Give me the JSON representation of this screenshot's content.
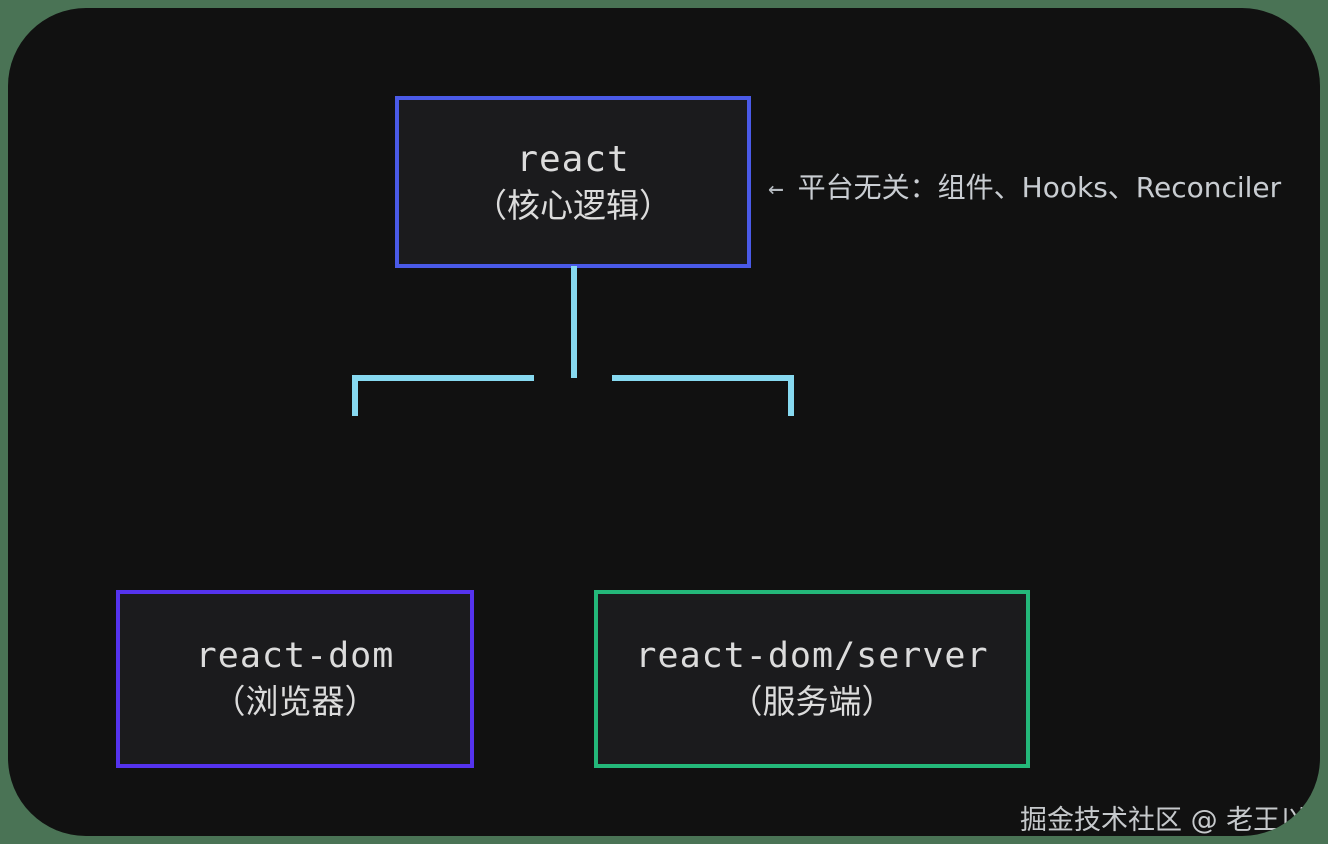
{
  "diagram": {
    "background_color": "#4a7355",
    "panel_color": "#111111",
    "nodes": [
      {
        "id": "react",
        "line1": "react",
        "line2": "（核心逻辑）",
        "border_color": "#4a5ae8",
        "fill_color": "#1b1b1d"
      },
      {
        "id": "react-dom",
        "line1": "react-dom",
        "line2": "（浏览器）",
        "border_color": "#5533ee",
        "fill_color": "#1b1b1d"
      },
      {
        "id": "react-dom-server",
        "line1": "react-dom/server",
        "line2": "（服务端）",
        "border_color": "#24b87a",
        "fill_color": "#1b1b1d"
      }
    ],
    "annotation": {
      "arrow": "←",
      "text": "平台无关：组件、Hooks、Reconciler",
      "color": "#c9cdd2"
    },
    "connector_color": "#87d9f0",
    "watermark": "掘金技术社区 @ 老王以为"
  }
}
